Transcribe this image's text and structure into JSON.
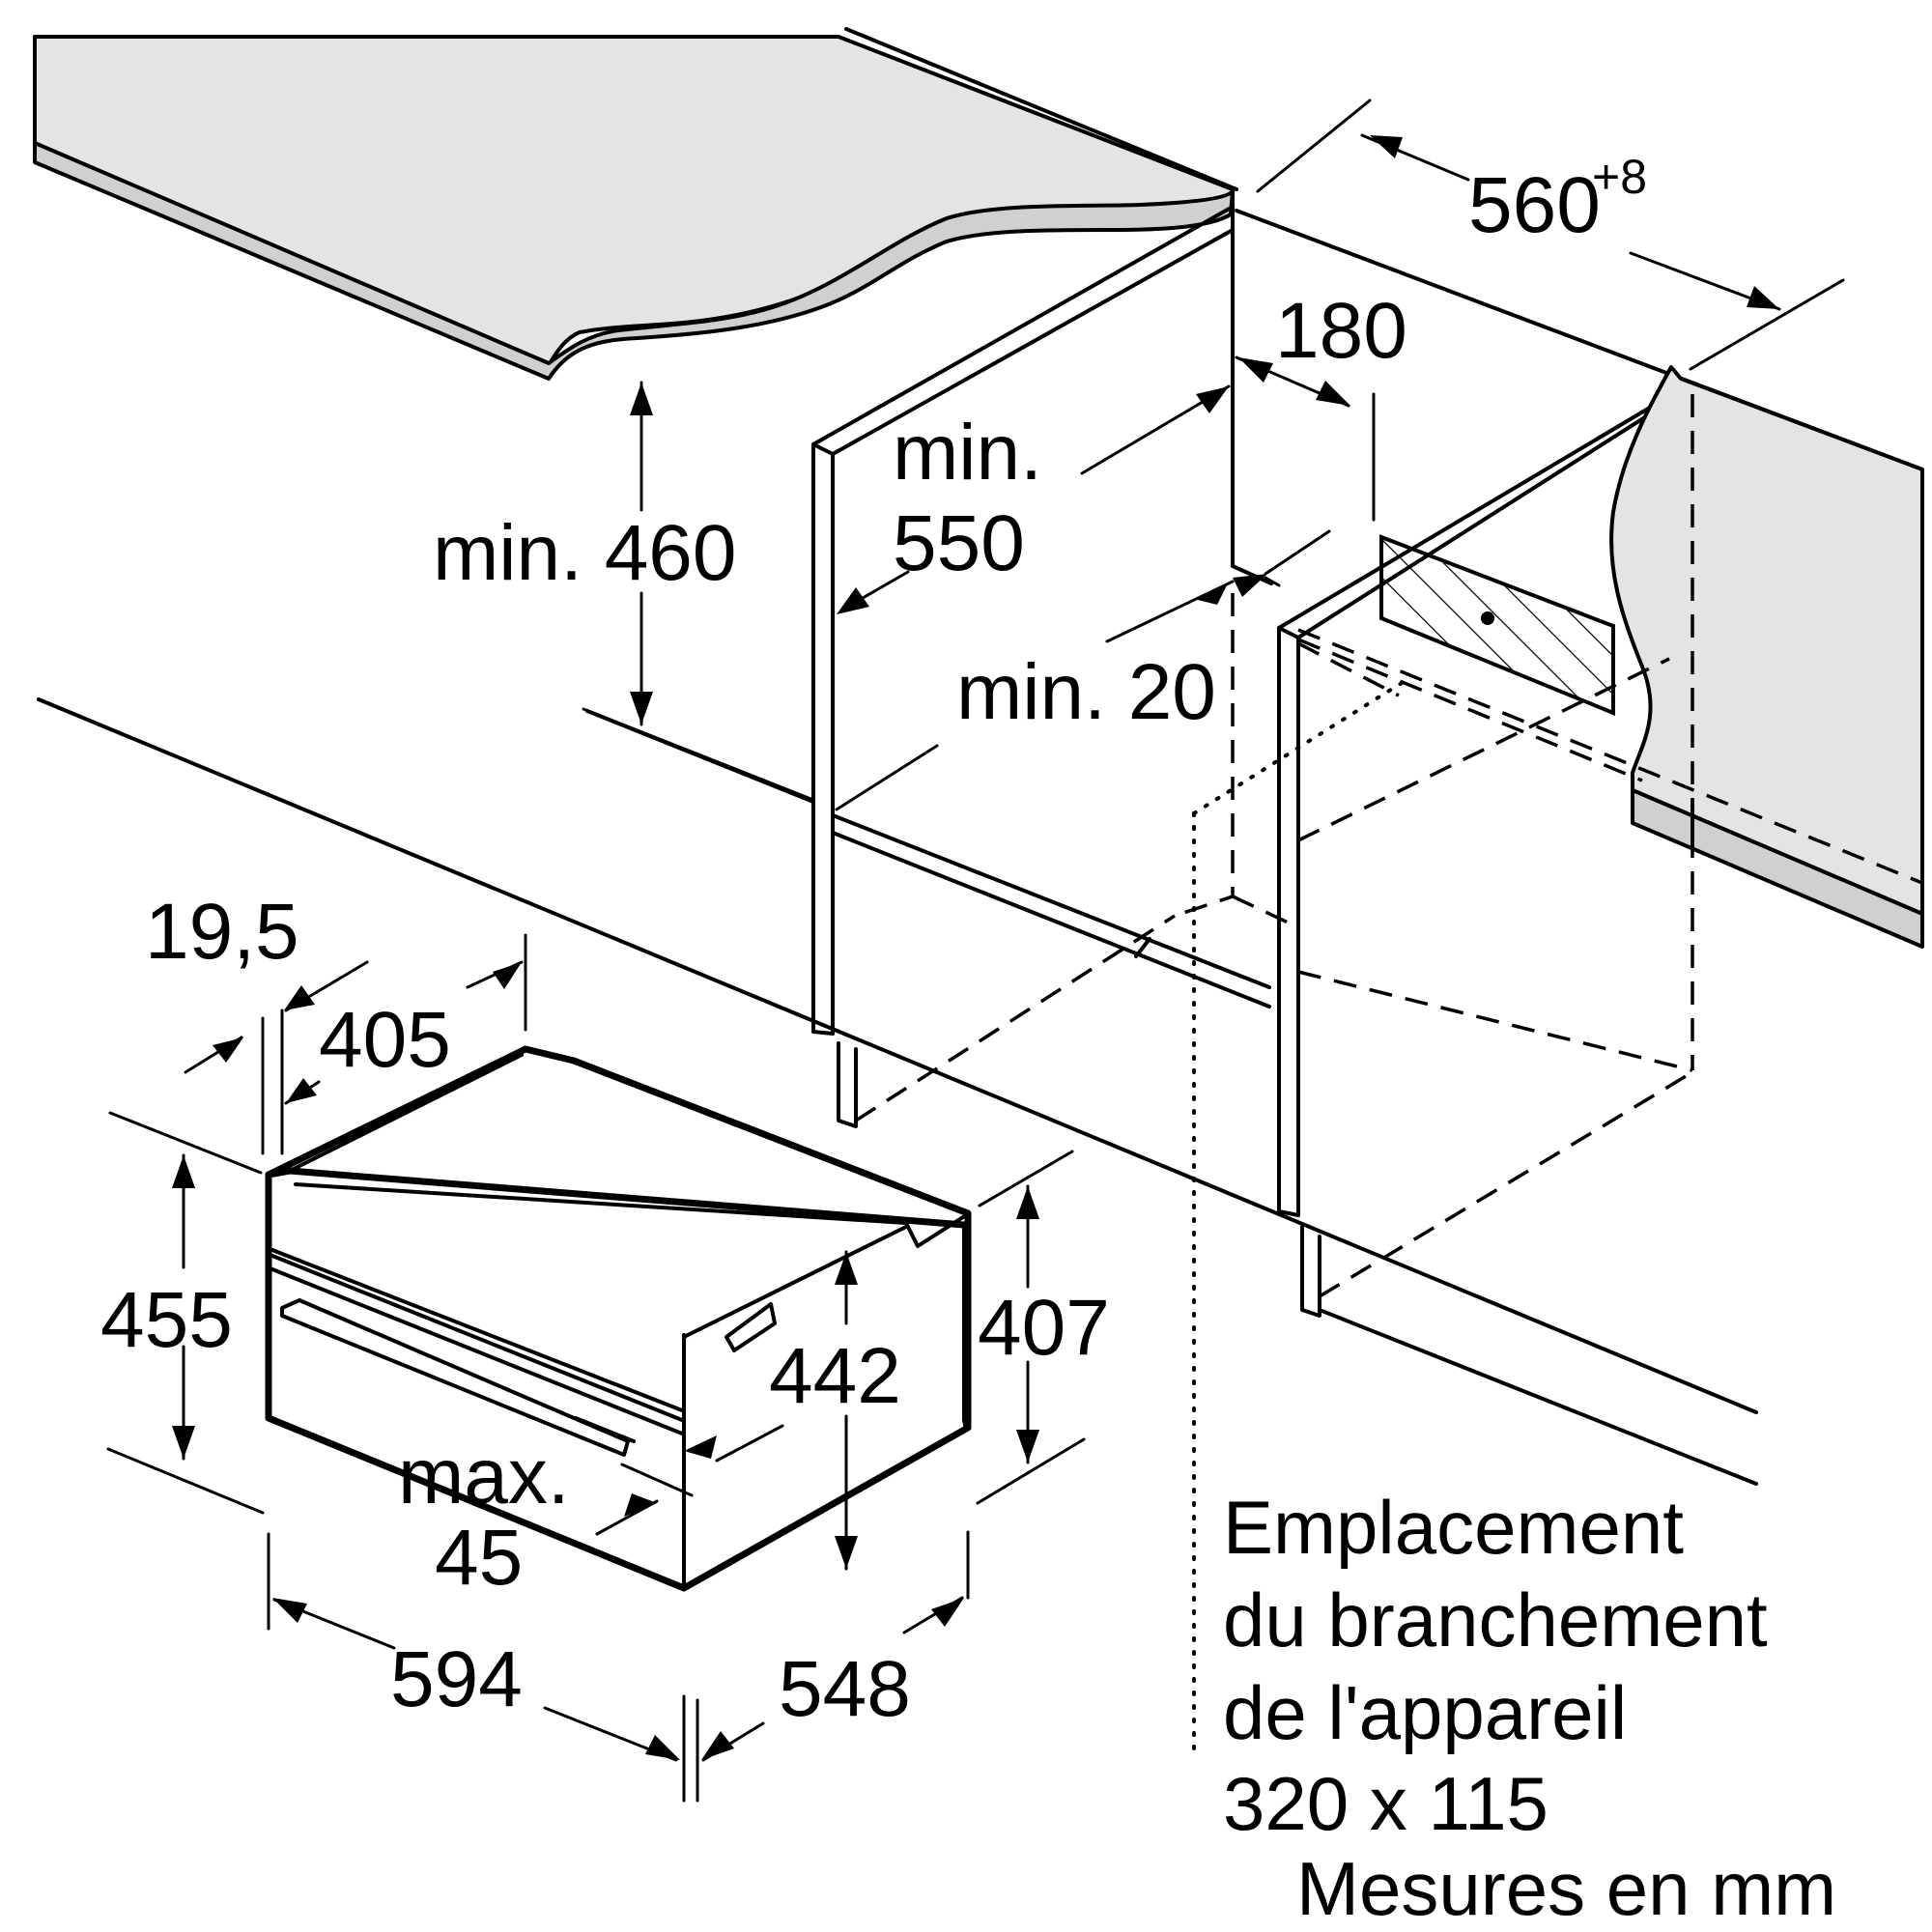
{
  "dimensions": {
    "cabinet_width": "560",
    "cabinet_width_tolerance": "+8",
    "connection_offset": "180",
    "min_depth": "min.\n550",
    "min_depth_line1": "min.",
    "min_depth_line2": "550",
    "min_height": "min. 460",
    "min_gap": "min. 20",
    "front_thickness": "19,5",
    "top_depth": "405",
    "appliance_height": "455",
    "body_height": "407",
    "inner_height": "442",
    "max_label_line1": "max.",
    "max_label_line2": "45",
    "appliance_width": "594",
    "appliance_depth": "548"
  },
  "connection_note": {
    "line1": "Emplacement",
    "line2": "du branchement",
    "line3": "de l'appareil",
    "line4": "320 x 115"
  },
  "units_note": "Mesures en mm"
}
